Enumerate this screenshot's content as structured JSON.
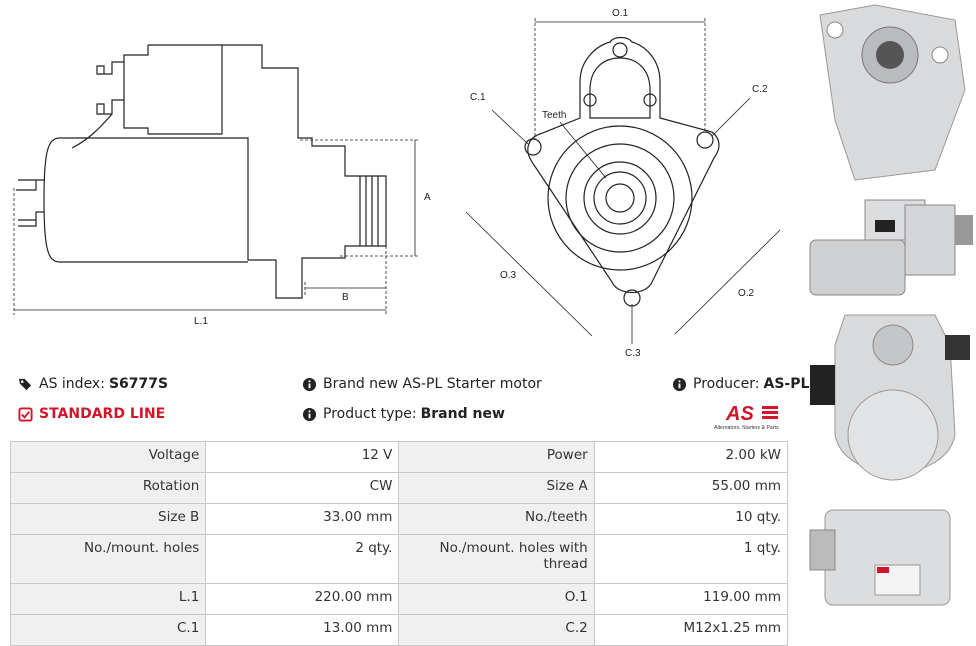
{
  "diagram": {
    "labels": {
      "o1": "O.1",
      "c1": "C.1",
      "c2": "C.2",
      "teeth": "Teeth",
      "o3": "O.3",
      "o2": "O.2",
      "c3": "C.3",
      "a": "A",
      "b": "B",
      "l1": "L.1"
    }
  },
  "info": {
    "as_index_label": "AS index:",
    "as_index_value": "S6777S",
    "brand_text": "Brand new AS-PL Starter motor",
    "producer_label": "Producer:",
    "producer_value": "AS-PL",
    "standard_line": "STANDARD LINE",
    "product_type_label": "Product type:",
    "product_type_value": "Brand new",
    "logo_text": "AS",
    "logo_tagline": "Alternators, Starters & Parts"
  },
  "specs": [
    {
      "k1": "Voltage",
      "v1": "12 V",
      "k2": "Power",
      "v2": "2.00 kW"
    },
    {
      "k1": "Rotation",
      "v1": "CW",
      "k2": "Size A",
      "v2": "55.00 mm"
    },
    {
      "k1": "Size B",
      "v1": "33.00 mm",
      "k2": "No./teeth",
      "v2": "10 qty."
    },
    {
      "k1": "No./mount. holes",
      "v1": "2 qty.",
      "k2": "No./mount. holes with thread",
      "v2": "1 qty."
    },
    {
      "k1": "L.1",
      "v1": "220.00 mm",
      "k2": "O.1",
      "v2": "119.00 mm"
    },
    {
      "k1": "C.1",
      "v1": "13.00 mm",
      "k2": "C.2",
      "v2": "M12x1.25 mm"
    }
  ],
  "colors": {
    "accent": "#d3152a",
    "table_key_bg": "#f0f0f0",
    "border": "#c8c8c8"
  }
}
